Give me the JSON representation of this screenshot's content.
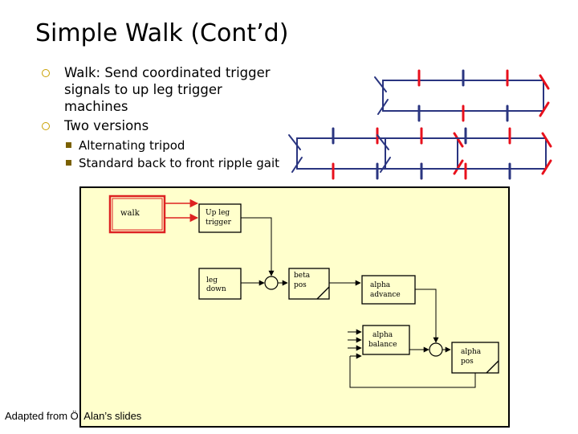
{
  "title": "Simple Walk (Cont’d)",
  "bullets": [
    {
      "text": "Walk: Send coordinated trigger signals to up leg trigger machines"
    },
    {
      "text": "Two versions",
      "sub": [
        "Alternating tripod",
        "Standard back to front ripple gait"
      ]
    }
  ],
  "diagram": {
    "walk": "walk",
    "up_leg_trigger": [
      "Up leg",
      "trigger"
    ],
    "leg_down": [
      "leg",
      "down"
    ],
    "beta_pos": [
      "beta",
      "pos"
    ],
    "alpha_advance": [
      "alpha",
      "advance"
    ],
    "alpha_balance": [
      "alpha",
      "balance"
    ],
    "alpha_pos": [
      "alpha",
      "pos"
    ],
    "panel_color": "#ffffcc",
    "arrow_color": "#dd2222",
    "leg_up_color": "#e8101c",
    "leg_down_color": "#2a3580"
  },
  "credit": "Adapted from Ö. Alan’s slides"
}
